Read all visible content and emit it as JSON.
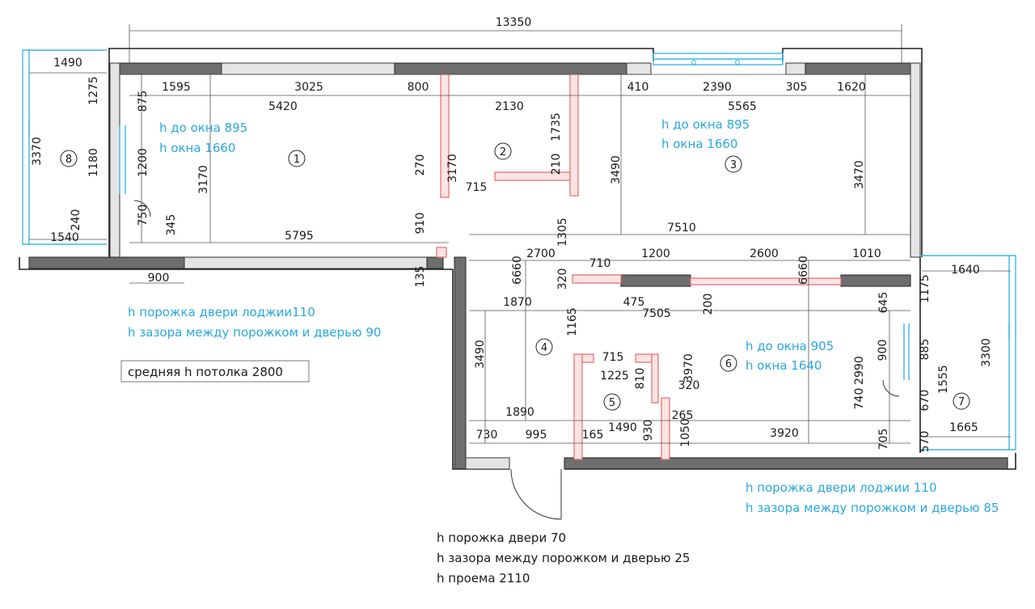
{
  "colors": {
    "accent_blue": "#29a8e0",
    "dimension_text": "#1a1a1a",
    "wall_dark": "#6e6e6e",
    "partition_red": "#e06c6c"
  },
  "dimensions": {
    "overall_width": "13350",
    "d1490": "1490",
    "d1275": "1275",
    "d3370": "3370",
    "d1180": "1180",
    "d240": "240",
    "d1540": "1540",
    "d1595": "1595",
    "d3025": "3025",
    "d800": "800",
    "d410": "410",
    "d2390": "2390",
    "d305": "305",
    "d1620": "1620",
    "d875": "875",
    "d5420": "5420",
    "d2130": "2130",
    "d1735": "1735",
    "d5565": "5565",
    "d1200a": "1200",
    "d3170a": "3170",
    "d270": "270",
    "d3170b": "3170",
    "d210": "210",
    "d715a": "715",
    "d3490a": "3490",
    "d3470": "3470",
    "d750": "750",
    "d345": "345",
    "d910": "910",
    "d1305": "1305",
    "d5795": "5795",
    "d7510": "7510",
    "d2700": "2700",
    "d1200b": "1200",
    "d2600": "2600",
    "d1010": "1010",
    "d6660a": "6660",
    "d710": "710",
    "d6660b": "6660",
    "d900a": "900",
    "d135": "135",
    "d320a": "320",
    "d475": "475",
    "d1640": "1640",
    "d1175": "1175",
    "d1870": "1870",
    "d7505": "7505",
    "d200": "200",
    "d645": "645",
    "d1165": "1165",
    "d3490b": "3490",
    "d715b": "715",
    "d1225": "1225",
    "d810": "810",
    "d3970": "3970",
    "d320b": "320",
    "d900b": "900",
    "d2990": "2990",
    "d885": "885",
    "d1555": "1555",
    "d3300": "3300",
    "d740": "740",
    "d670": "670",
    "d1890": "1890",
    "d265": "265",
    "d930": "930",
    "d1050": "1050",
    "d730": "730",
    "d995": "995",
    "d165": "165",
    "d1490b": "1490",
    "d3920": "3920",
    "d705": "705",
    "d570": "570",
    "d1665": "1665"
  },
  "rooms": [
    "1",
    "2",
    "3",
    "4",
    "5",
    "6",
    "7",
    "8"
  ],
  "notes": {
    "room1_sill": "h до окна 895",
    "room1_window": "h окна 1660",
    "room3_sill": "h до окна 895",
    "room3_window": "h окна 1660",
    "room6_sill": "h до окна 905",
    "room6_window": "h окна 1640",
    "loggia8_threshold": "h порожка двери лоджии110",
    "loggia8_gap": "h зазора между порожком и дверью 90",
    "ceiling": "средняя h потолка 2800",
    "loggia7_threshold": "h порожка двери лоджии 110",
    "loggia7_gap": "h зазора между порожком и дверью 85",
    "entry_threshold": "h порожка двери 70",
    "entry_gap": "h зазора между порожком и дверью 25",
    "entry_opening": "h проема 2110"
  }
}
